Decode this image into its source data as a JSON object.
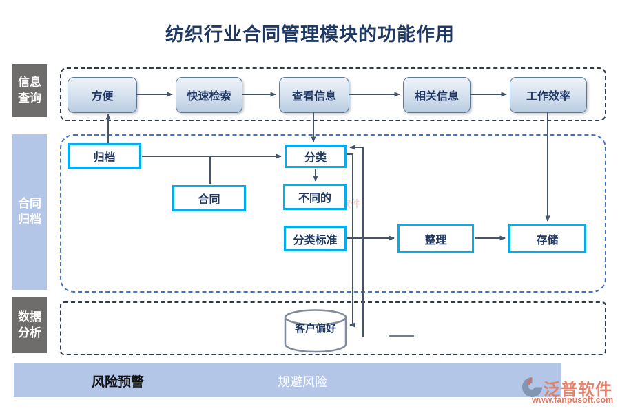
{
  "title": "纺织行业合同管理模块的功能作用",
  "sidebar": {
    "sections": [
      {
        "id": "info-query",
        "label": "信息查询"
      },
      {
        "id": "contract-archive",
        "label": "合同归档"
      },
      {
        "id": "data-analysis",
        "label": "数据分析"
      }
    ]
  },
  "top_flow": {
    "nodes": [
      {
        "label": "方便"
      },
      {
        "label": "快速检索"
      },
      {
        "label": "查看信息"
      },
      {
        "label": "相关信息"
      },
      {
        "label": "工作效率"
      }
    ]
  },
  "archive_flow": {
    "nodes": [
      {
        "label": "归档"
      },
      {
        "label": "合同"
      },
      {
        "label": "分类"
      },
      {
        "label": "不同的"
      },
      {
        "label": "分类标准"
      },
      {
        "label": "整理"
      },
      {
        "label": "存储"
      }
    ]
  },
  "data_analysis": {
    "database_label": "客户偏好"
  },
  "bottom_bar": {
    "left_label": "风险预警",
    "center_label": "规避风险"
  },
  "branding": {
    "name": "泛普软件",
    "url": "www.fanpusoft.com"
  },
  "colors": {
    "accent_cyan": "#00aeef",
    "navy_text": "#1f3864",
    "lane_gray": "#6f6c6c",
    "lane_blue": "#b4c6e7",
    "connector": "#44546a",
    "dashed_blue": "#4472c4",
    "brand_salmon": "#e07a62"
  }
}
